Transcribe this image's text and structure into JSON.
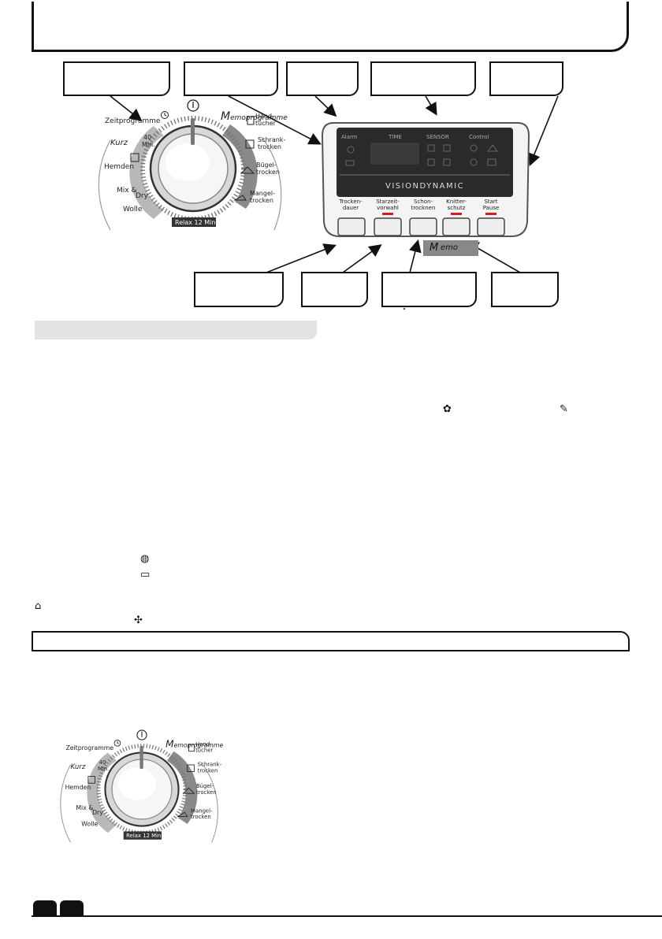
{
  "dial": {
    "zeitprogramme": "Zeitprogramme",
    "memoprogramme": "Memoprogramme",
    "memo_m": "M",
    "memo_rest": "emoprogramme",
    "kurz": "Kurz",
    "forty": "40",
    "min": "Min.",
    "hemden": "Hemden",
    "mix": "Mix &",
    "dry": "Dry",
    "wolle": "Wolle",
    "hand1": "Hand-",
    "hand2": "tücher",
    "schrank1": "Schrank-",
    "schrank2": "trocken",
    "buegel1": "Bügel-",
    "buegel2": "trocken",
    "mangel1": "Mangel-",
    "mangel2": "trocken",
    "relax": "Relax 12 Min."
  },
  "panel": {
    "alarm": "Alarm",
    "time": "TIME",
    "sensor": "SENSOR",
    "control": "Control",
    "brand": "VISIONDYNAMIC",
    "btn1a": "Trocken-",
    "btn1b": "dauer",
    "btn2a": "Starzeit-",
    "btn2b": "vorwahl",
    "btn3a": "Schon-",
    "btn3b": "trocknen",
    "btn4a": "Knitter-",
    "btn4b": "schutz",
    "btn5a": "Start",
    "btn5b": "Pause",
    "memo_m": "M",
    "memo_rest": "emo"
  },
  "colors": {
    "dark": "#111111",
    "gray": "#9a9a9a",
    "light_gray": "#e3e3e3",
    "led_red": "#d21e1e",
    "display_bg": "#2a2a2a"
  }
}
